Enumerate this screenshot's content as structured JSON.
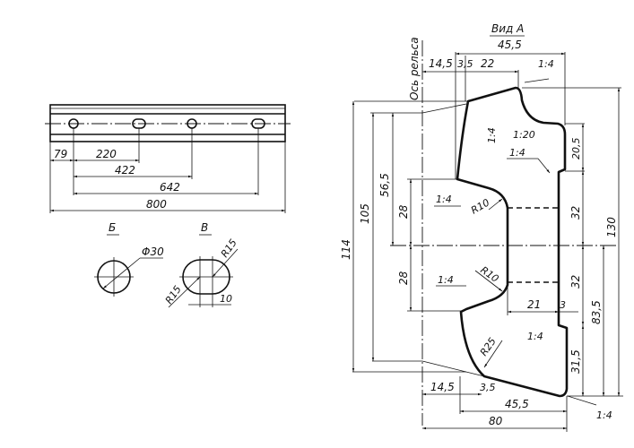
{
  "bar": {
    "dims": [
      "79",
      "220",
      "422",
      "642",
      "800"
    ]
  },
  "holes": {
    "round_label": "Б",
    "round_dim": "Φ30",
    "oval_label": "В",
    "oval_r1": "R15",
    "oval_r2": "R15",
    "oval_len": "10"
  },
  "profile": {
    "title": "Вид А",
    "rail_axis": "Ось рельса",
    "top": [
      "45,5",
      "14,5",
      "3,5",
      "22"
    ],
    "slopes": [
      "1:4",
      "1:4",
      "1:20",
      "1:4",
      "1:4",
      "1:4",
      "1:4",
      "1:4"
    ],
    "radii": [
      "R10",
      "R10",
      "R25"
    ],
    "left_vert": [
      "114",
      "105",
      "56,5",
      "28",
      "28"
    ],
    "right_vert": [
      "130",
      "20,5",
      "32",
      "32",
      "83,5",
      "31,5"
    ],
    "mid": [
      "21",
      "3"
    ],
    "bottom": [
      "14,5",
      "3,5",
      "45,5",
      "80"
    ]
  }
}
